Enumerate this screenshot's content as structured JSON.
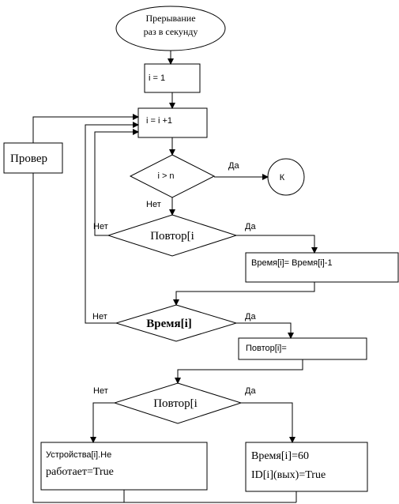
{
  "flowchart": {
    "start_line1": "Прерывание",
    "start_line2": "раз в секунду",
    "init": "i = 1",
    "increment": "i = i +1",
    "check_side": "Провер",
    "cond_i_gt_n": "i > n",
    "end_node": "К",
    "cond_repeat1": "Повтор[i",
    "action_time_dec": "Время[i]= Время[i]-1",
    "cond_time": "Время[i]",
    "action_repeat_set": "Повтор[i]=",
    "cond_repeat2": "Повтор[i",
    "action_device_line1": "Устройства[i].Не",
    "action_device_line2": "работает=True",
    "action_time_set_line1": "Время[i]=60",
    "action_time_set_line2": "ID[i](вых)=True",
    "label_yes": "Да",
    "label_no": "Нет"
  }
}
